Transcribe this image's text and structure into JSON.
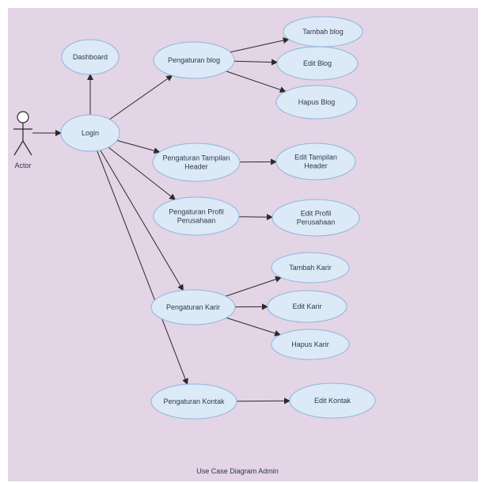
{
  "diagram": {
    "caption": "Use Case Diagram Admin",
    "actor": {
      "label": "Actor"
    },
    "colors": {
      "background": "#e3d4e6",
      "usecase_fill": "#dce9f7",
      "usecase_stroke": "#8fb6dc",
      "line": "#2a2a2a"
    },
    "use_cases": {
      "dashboard": [
        "Dashboard"
      ],
      "login": [
        "Login"
      ],
      "pengaturan_blog": [
        "Pengaturan blog"
      ],
      "tambah_blog": [
        "Tambah blog"
      ],
      "edit_blog": [
        "Edit Blog"
      ],
      "hapus_blog": [
        "Hapus Blog"
      ],
      "pengaturan_tampilan_header": [
        "Pengaturan Tampilan",
        "Header"
      ],
      "edit_tampilan_header": [
        "Edit Tampilan",
        "Header"
      ],
      "pengaturan_profil": [
        "Pengaturan Profil",
        "Perusahaan"
      ],
      "edit_profil": [
        "Edit Profil",
        "Perusahaan"
      ],
      "pengaturan_karir": [
        "Pengaturan Karir"
      ],
      "tambah_karir": [
        "Tambah Karir"
      ],
      "edit_karir": [
        "Edit Karir"
      ],
      "hapus_karir": [
        "Hapus Karir"
      ],
      "pengaturan_kontak": [
        "Pengaturan Kontak"
      ],
      "edit_kontak": [
        "Edit Kontak"
      ]
    },
    "relations": [
      [
        "actor",
        "login"
      ],
      [
        "login",
        "dashboard"
      ],
      [
        "login",
        "pengaturan_blog"
      ],
      [
        "login",
        "pengaturan_tampilan_header"
      ],
      [
        "login",
        "pengaturan_profil"
      ],
      [
        "login",
        "pengaturan_karir"
      ],
      [
        "login",
        "pengaturan_kontak"
      ],
      [
        "pengaturan_blog",
        "tambah_blog"
      ],
      [
        "pengaturan_blog",
        "edit_blog"
      ],
      [
        "pengaturan_blog",
        "hapus_blog"
      ],
      [
        "pengaturan_tampilan_header",
        "edit_tampilan_header"
      ],
      [
        "pengaturan_profil",
        "edit_profil"
      ],
      [
        "pengaturan_karir",
        "tambah_karir"
      ],
      [
        "pengaturan_karir",
        "edit_karir"
      ],
      [
        "pengaturan_karir",
        "hapus_karir"
      ],
      [
        "pengaturan_kontak",
        "edit_kontak"
      ]
    ]
  }
}
